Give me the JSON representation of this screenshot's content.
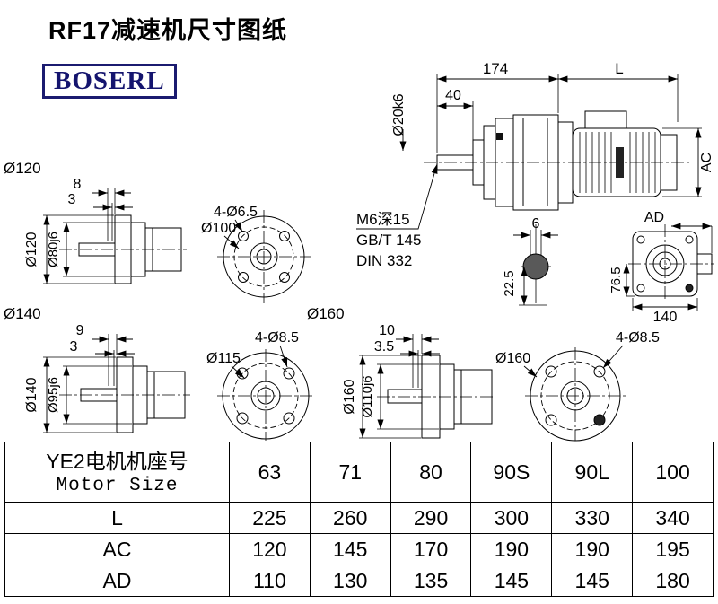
{
  "title": "RF17减速机尺寸图纸",
  "logo": "BOSERL",
  "assembly": {
    "dim_total": "174",
    "dim_l": "L",
    "dim_40": "40",
    "shaft_dia": "Ø20k6",
    "dim_ac": "AC",
    "dim_ad": "AD"
  },
  "notes": {
    "tap": "M6深15",
    "std1": "GB/T 145",
    "std2": "DIN 332"
  },
  "shaft_section": {
    "key_width": "6",
    "key_depth": "22.5"
  },
  "rear_view": {
    "height": "76.5",
    "width": "140"
  },
  "flange120": {
    "label": "Ø120",
    "dim_a": "8",
    "dim_b": "3",
    "flange_dia": "Ø120",
    "spigot_dia": "Ø80j6",
    "holes": "4-Ø6.5",
    "bolt_circle": "Ø100"
  },
  "flange140": {
    "label": "Ø140",
    "dim_a": "9",
    "dim_b": "3",
    "flange_dia": "Ø140",
    "spigot_dia": "Ø95j6",
    "holes": "4-Ø8.5",
    "bolt_circle": "Ø115"
  },
  "flange160": {
    "label": "Ø160",
    "dim_a": "10",
    "dim_b": "3.5",
    "flange_dia": "Ø160",
    "spigot_dia": "Ø110j6",
    "holes": "4-Ø8.5",
    "outer_dia": "Ø160"
  },
  "table": {
    "header_cn": "YE2电机机座号",
    "header_en": "Motor Size",
    "motor_sizes": [
      "63",
      "71",
      "80",
      "90S",
      "90L",
      "100"
    ],
    "rows": [
      {
        "label": "L",
        "values": [
          "225",
          "260",
          "290",
          "300",
          "330",
          "340"
        ]
      },
      {
        "label": "AC",
        "values": [
          "120",
          "145",
          "170",
          "190",
          "190",
          "195"
        ]
      },
      {
        "label": "AD",
        "values": [
          "110",
          "130",
          "135",
          "145",
          "145",
          "180"
        ]
      }
    ]
  }
}
